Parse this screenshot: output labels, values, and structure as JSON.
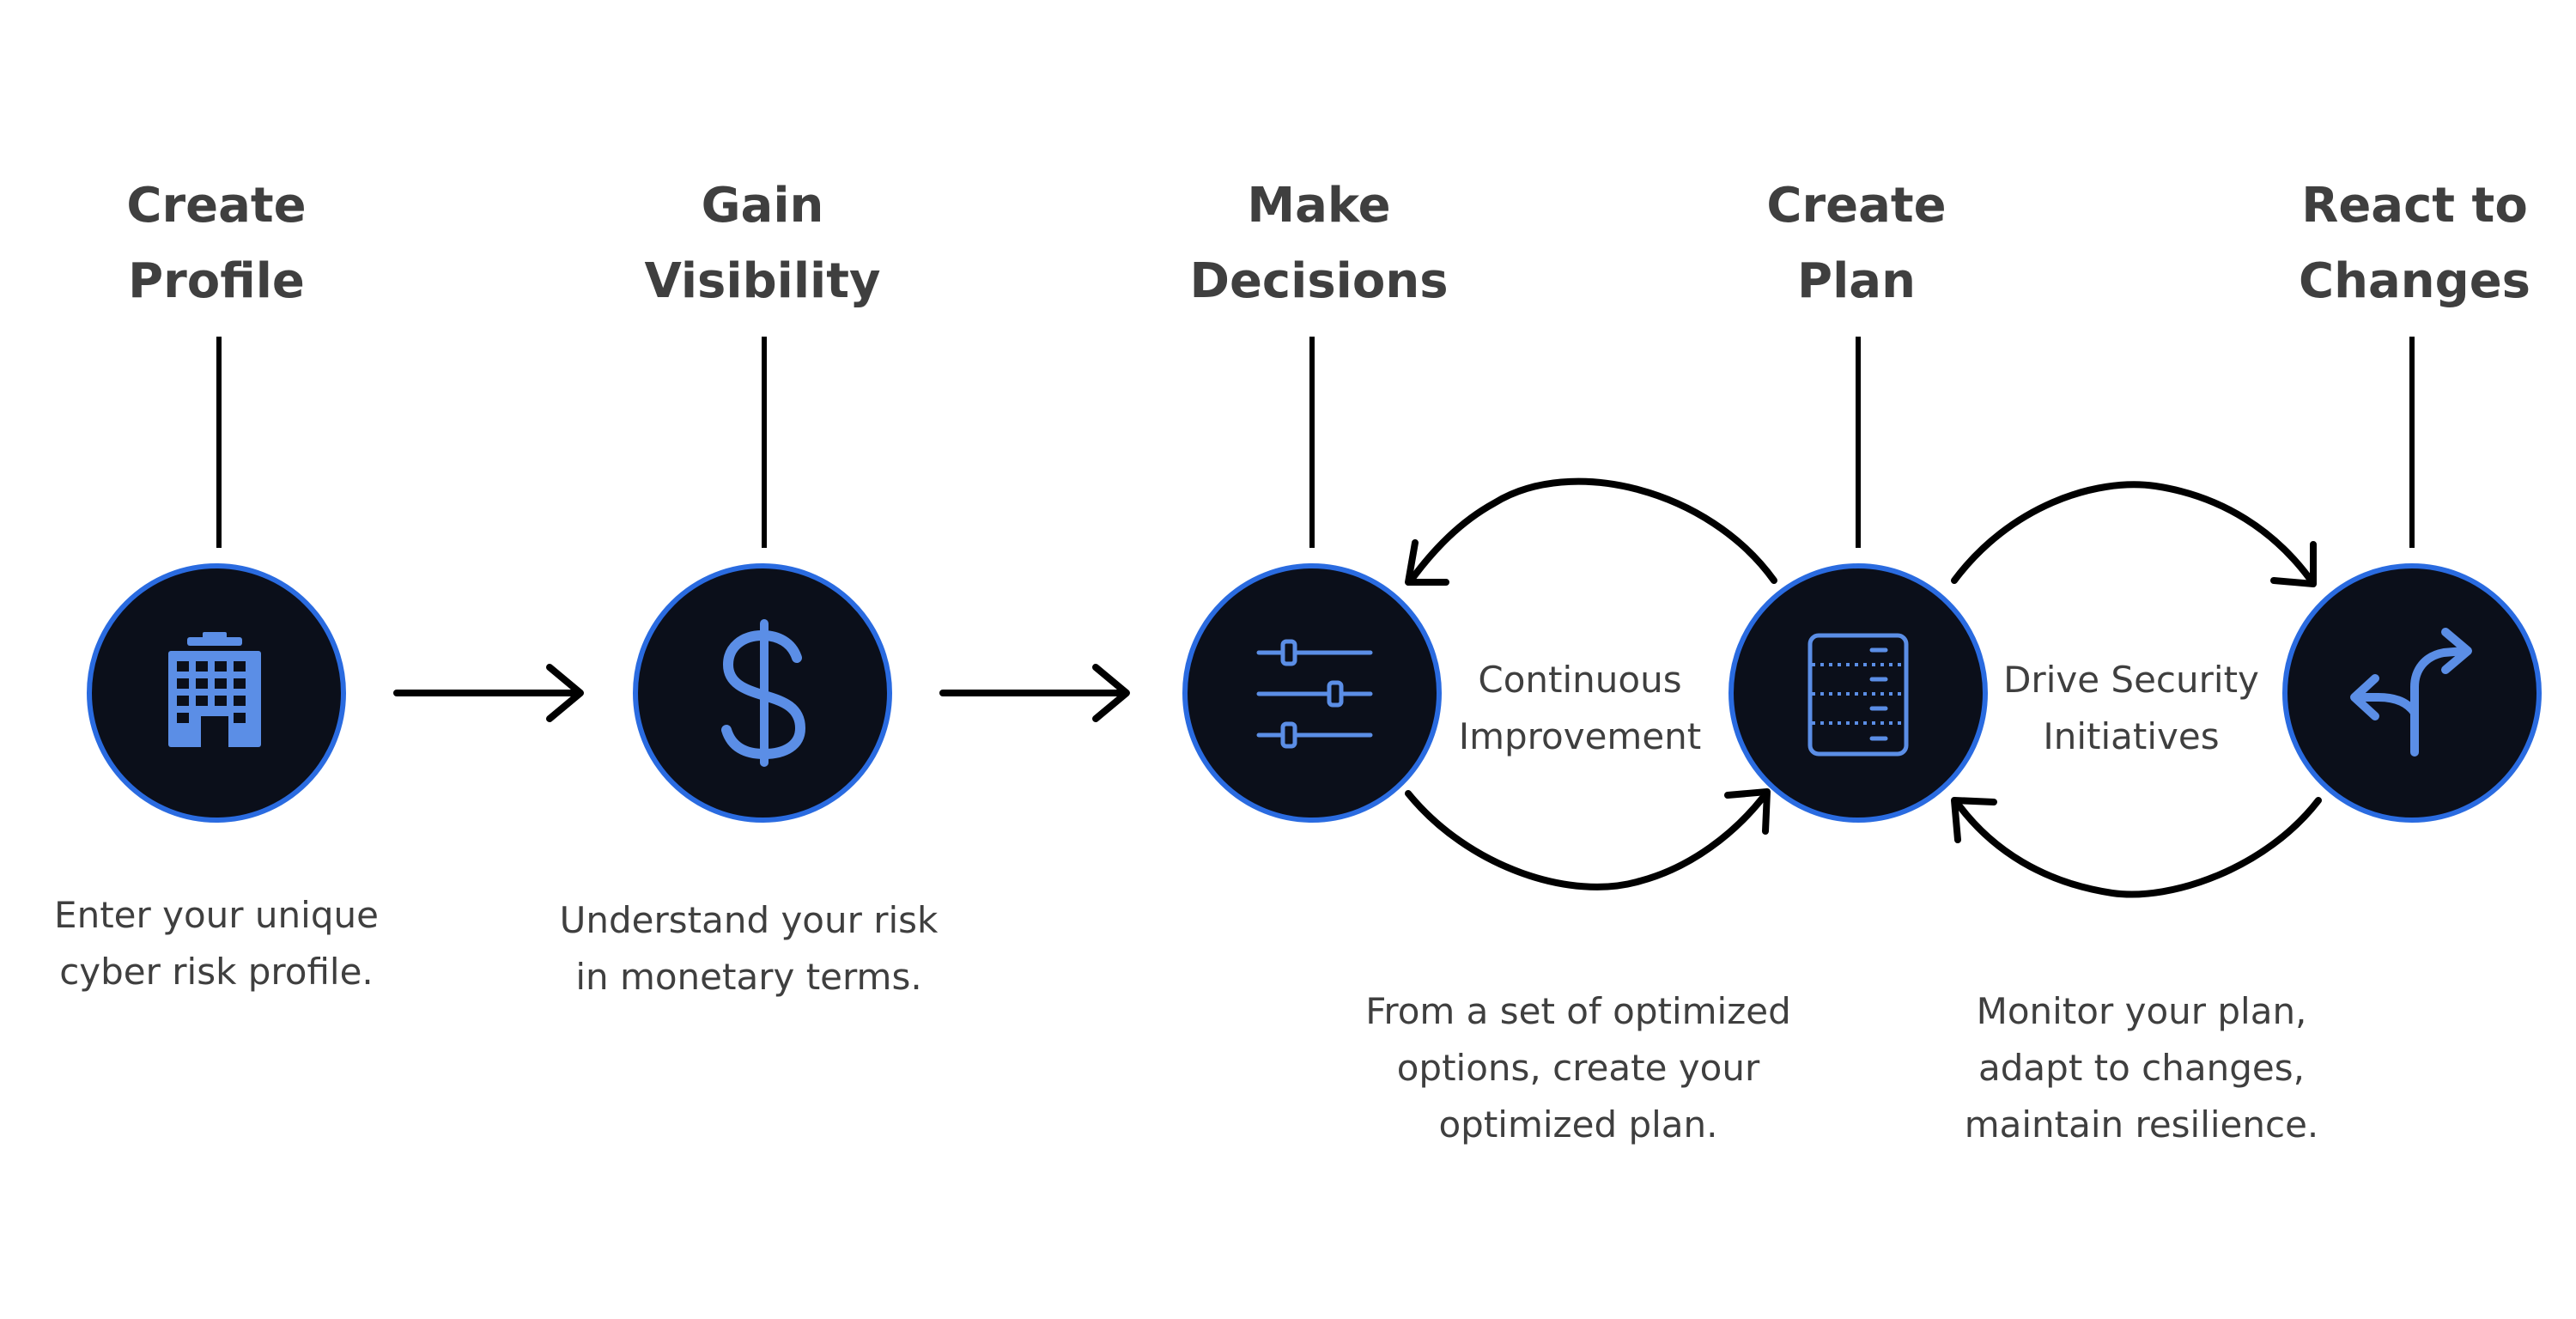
{
  "colors": {
    "node_fill": "#0b0f1a",
    "node_stroke": "#2a6be0",
    "icon": "#5b8ee6",
    "text": "#3f3f3f",
    "arrow": "#000000"
  },
  "steps": [
    {
      "title_line1": "Create",
      "title_line2": "Profile",
      "icon": "building-icon",
      "desc_line1": "Enter your unique",
      "desc_line2": "cyber risk profile."
    },
    {
      "title_line1": "Gain",
      "title_line2": "Visibility",
      "icon": "dollar-icon",
      "desc_line1": "Understand your risk",
      "desc_line2": "in monetary terms."
    },
    {
      "title_line1": "Make",
      "title_line2": "Decisions",
      "icon": "sliders-icon"
    },
    {
      "title_line1": "Create",
      "title_line2": "Plan",
      "icon": "server-icon"
    },
    {
      "title_line1": "React to",
      "title_line2": "Changes",
      "icon": "split-arrow-icon"
    }
  ],
  "loops": [
    {
      "label_line1": "Continuous",
      "label_line2": "Improvement"
    },
    {
      "label_line1": "Drive Security",
      "label_line2": "Initiatives"
    }
  ],
  "bottom_descriptions": [
    {
      "line1": "From a set of optimized",
      "line2": "options, create your",
      "line3": "optimized plan."
    },
    {
      "line1": "Monitor your plan,",
      "line2": "adapt to changes,",
      "line3": "maintain resilience."
    }
  ]
}
